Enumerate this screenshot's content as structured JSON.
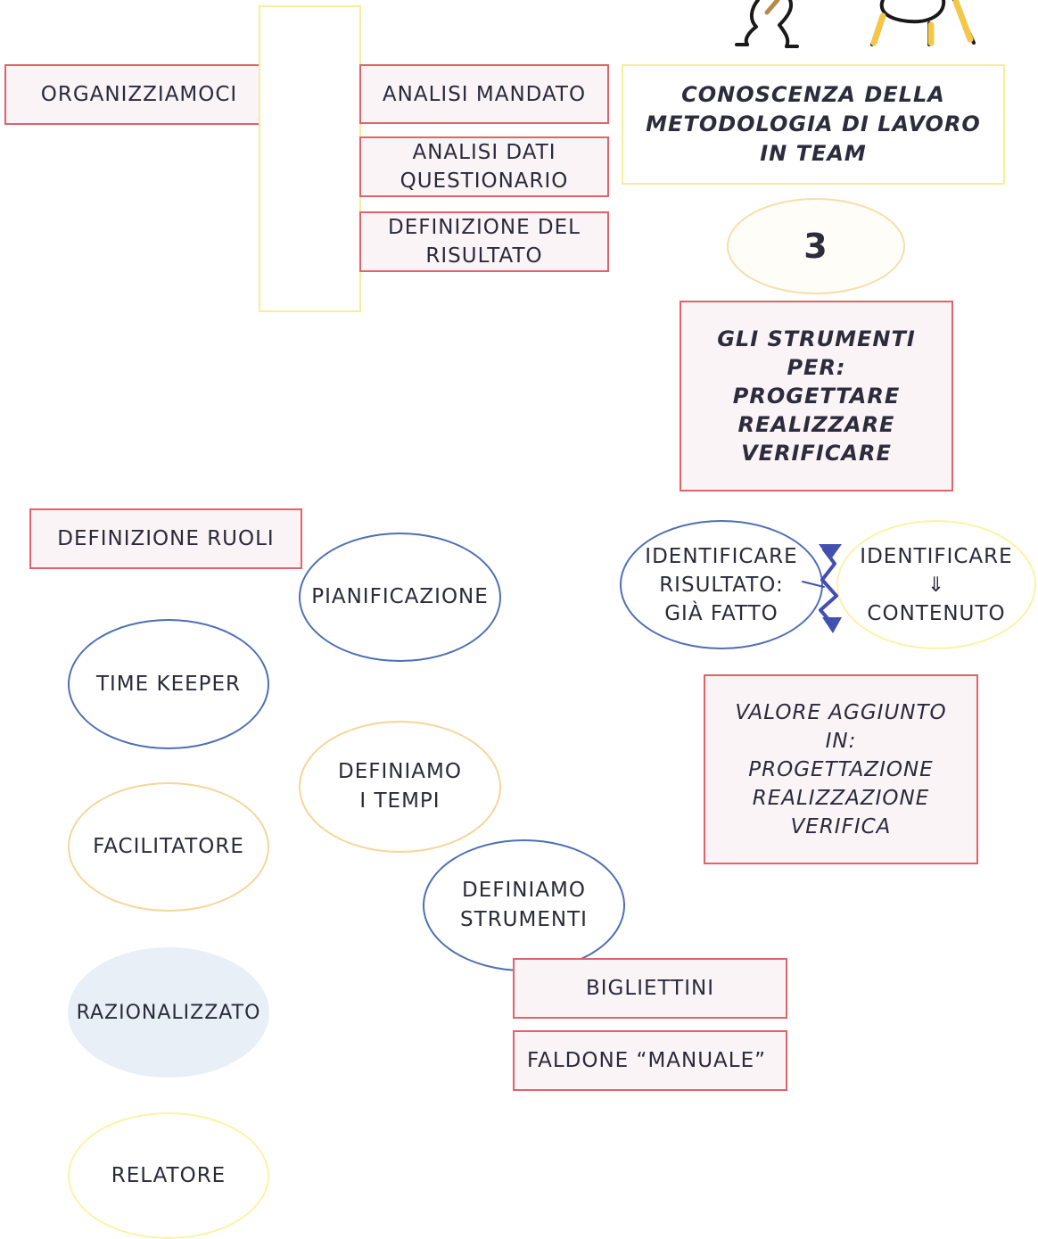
{
  "nodes": {
    "organizziamoci": "ORGANIZZIAMOCI",
    "analisi_mandato": "ANALISI MANDATO",
    "analisi_dati": "ANALISI DATI\nQUESTIONARIO",
    "definizione_risultato": "DEFINIZIONE DEL\nRISULTATO",
    "conoscenza": "CONOSCENZA DELLA\nMETODOLOGIA DI LAVORO\nIN TEAM",
    "number": "3",
    "strumenti": "GLI STRUMENTI\nPER:\nPROGETTARE\nREALIZZARE\nVERIFICARE",
    "definizione_ruoli": "DEFINIZIONE RUOLI",
    "pianificazione": "PIANIFICAZIONE",
    "identificare_risultato": "IDENTIFICARE\nRISULTATO:\nGIÀ FATTO",
    "identificare_contenuto": "IDENTIFICARE\n⇓\nCONTENUTO",
    "time_keeper": "TIME KEEPER",
    "valore_aggiunto": "VALORE AGGIUNTO\nIN:\nPROGETTAZIONE\nREALIZZAZIONE\nVERIFICA",
    "definiamo_tempi": "DEFINIAMO\nI TEMPI",
    "facilitatore": "FACILITATORE",
    "definiamo_strumenti": "DEFINIAMO\nSTRUMENTI",
    "bigliettini": "BIGLIETTINI",
    "razionalizzato": "RAZIONALIZZATO",
    "faldone": "FALDONE “MANUALE”",
    "relatore": "RELATORE"
  },
  "icons": {
    "cartoon": "cartoon-figure-with-easel-icon",
    "arrow": "zigzag-down-arrow-icon"
  },
  "colors": {
    "red_border": "#e0626a",
    "yellow_border": "#f6ef9a",
    "blue_border": "#4f6fb5",
    "orange_border": "#f5d69a",
    "arrow_blue": "#4450b0"
  }
}
